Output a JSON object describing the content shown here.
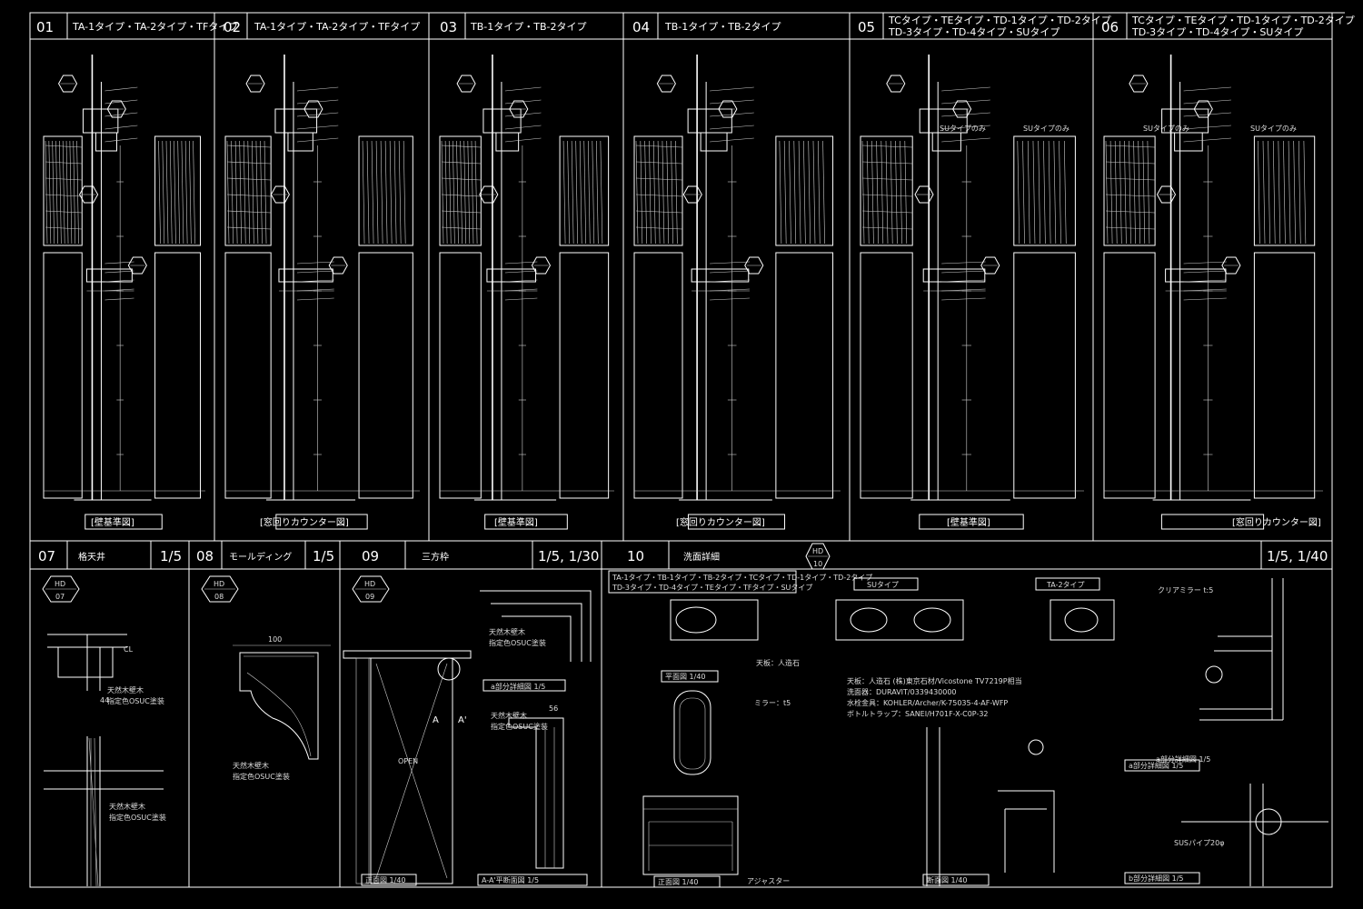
{
  "top_panels": [
    {
      "num": "01",
      "title": "TA-1タイプ・TA-2タイプ・TFタイプ",
      "title2": "",
      "caption": "[壁基準図]"
    },
    {
      "num": "02",
      "title": "TA-1タイプ・TA-2タイプ・TFタイプ",
      "title2": "",
      "caption": "[窓回りカウンター図]"
    },
    {
      "num": "03",
      "title": "TB-1タイプ・TB-2タイプ",
      "title2": "",
      "caption": "[壁基準図]"
    },
    {
      "num": "04",
      "title": "TB-1タイプ・TB-2タイプ",
      "title2": "",
      "caption": "[窓回りカウンター図]"
    },
    {
      "num": "05",
      "title": "TCタイプ・TEタイプ・TD-1タイプ・TD-2タイプ",
      "title2": "TD-3タイプ・TD-4タイプ・SUタイプ",
      "caption": "[壁基準図]"
    },
    {
      "num": "06",
      "title": "TCタイプ・TEタイプ・TD-1タイプ・TD-2タイプ",
      "title2": "TD-3タイプ・TD-4タイプ・SUタイプ",
      "caption": "[窓回りカウンター図]"
    }
  ],
  "bottom_headers": [
    {
      "num": "07",
      "title": "格天井",
      "scale": "1/5"
    },
    {
      "num": "08",
      "title": "モールディング",
      "scale": "1/5"
    },
    {
      "num": "09",
      "title": "三方枠",
      "scale": "1/5, 1/30"
    },
    {
      "num": "10",
      "title": "洗面詳細",
      "scale": "1/5, 1/40"
    }
  ],
  "tags": {
    "hd10": "HD",
    "hd10n": "10",
    "hd07": "HD",
    "hd07n": "07",
    "hd08": "HD",
    "hd08n": "08",
    "hd09": "HD",
    "hd09n": "09"
  },
  "su_only": [
    "SUタイプのみ",
    "SUタイプのみ",
    "SUタイプのみ",
    "SUタイプのみ"
  ],
  "detail07": {
    "label1": "天然木壁木",
    "label2": "指定色OSUC塗装",
    "dim": "44",
    "cl": "CL"
  },
  "detail08": {
    "label1": "天然木壁木",
    "label2": "指定色OSUC塗装",
    "dim": "100"
  },
  "detail09": {
    "open": "OPEN",
    "a": "A",
    "a2": "A'",
    "plan": "A-A'平断面図 1/5",
    "front": "正面図 1/40",
    "detail": "a部分詳細図 1/5",
    "label1": "天然木壁木",
    "label2": "指定色OSUC塗装",
    "dim": "56"
  },
  "detail10": {
    "types": "TA-1タイプ・TB-1タイプ・TB-2タイプ・TCタイプ・TD-1タイプ・TD-2タイプ",
    "types2": "TD-3タイプ・TD-4タイプ・TEタイプ・TFタイプ・SUタイプ",
    "su": "SUタイプ",
    "ta2": "TA-2タイプ",
    "plan": "平面図 1/40",
    "front": "正面図 1/40",
    "side": "断面図 1/40",
    "part_a": "a部分詳細図 1/5",
    "part_b": "b部分詳細図 1/5",
    "counter": "天板：人造石",
    "mirror": "ミラー：t5",
    "spec1": "天板：人造石 (株)東京石材/Vicostone TV7219P相当",
    "spec2": "洗面器：DURAVIT/0339430000",
    "spec3": "水栓金具：KOHLER/Archer/K-75035-4-AF-WFP",
    "spec4": "ボトルトラップ：SANEI/H701F-X-C0P-32",
    "clear_mirror": "クリアミラー t:5",
    "sus": "SUSパイプ20φ",
    "adjuster": "アジャスター"
  }
}
